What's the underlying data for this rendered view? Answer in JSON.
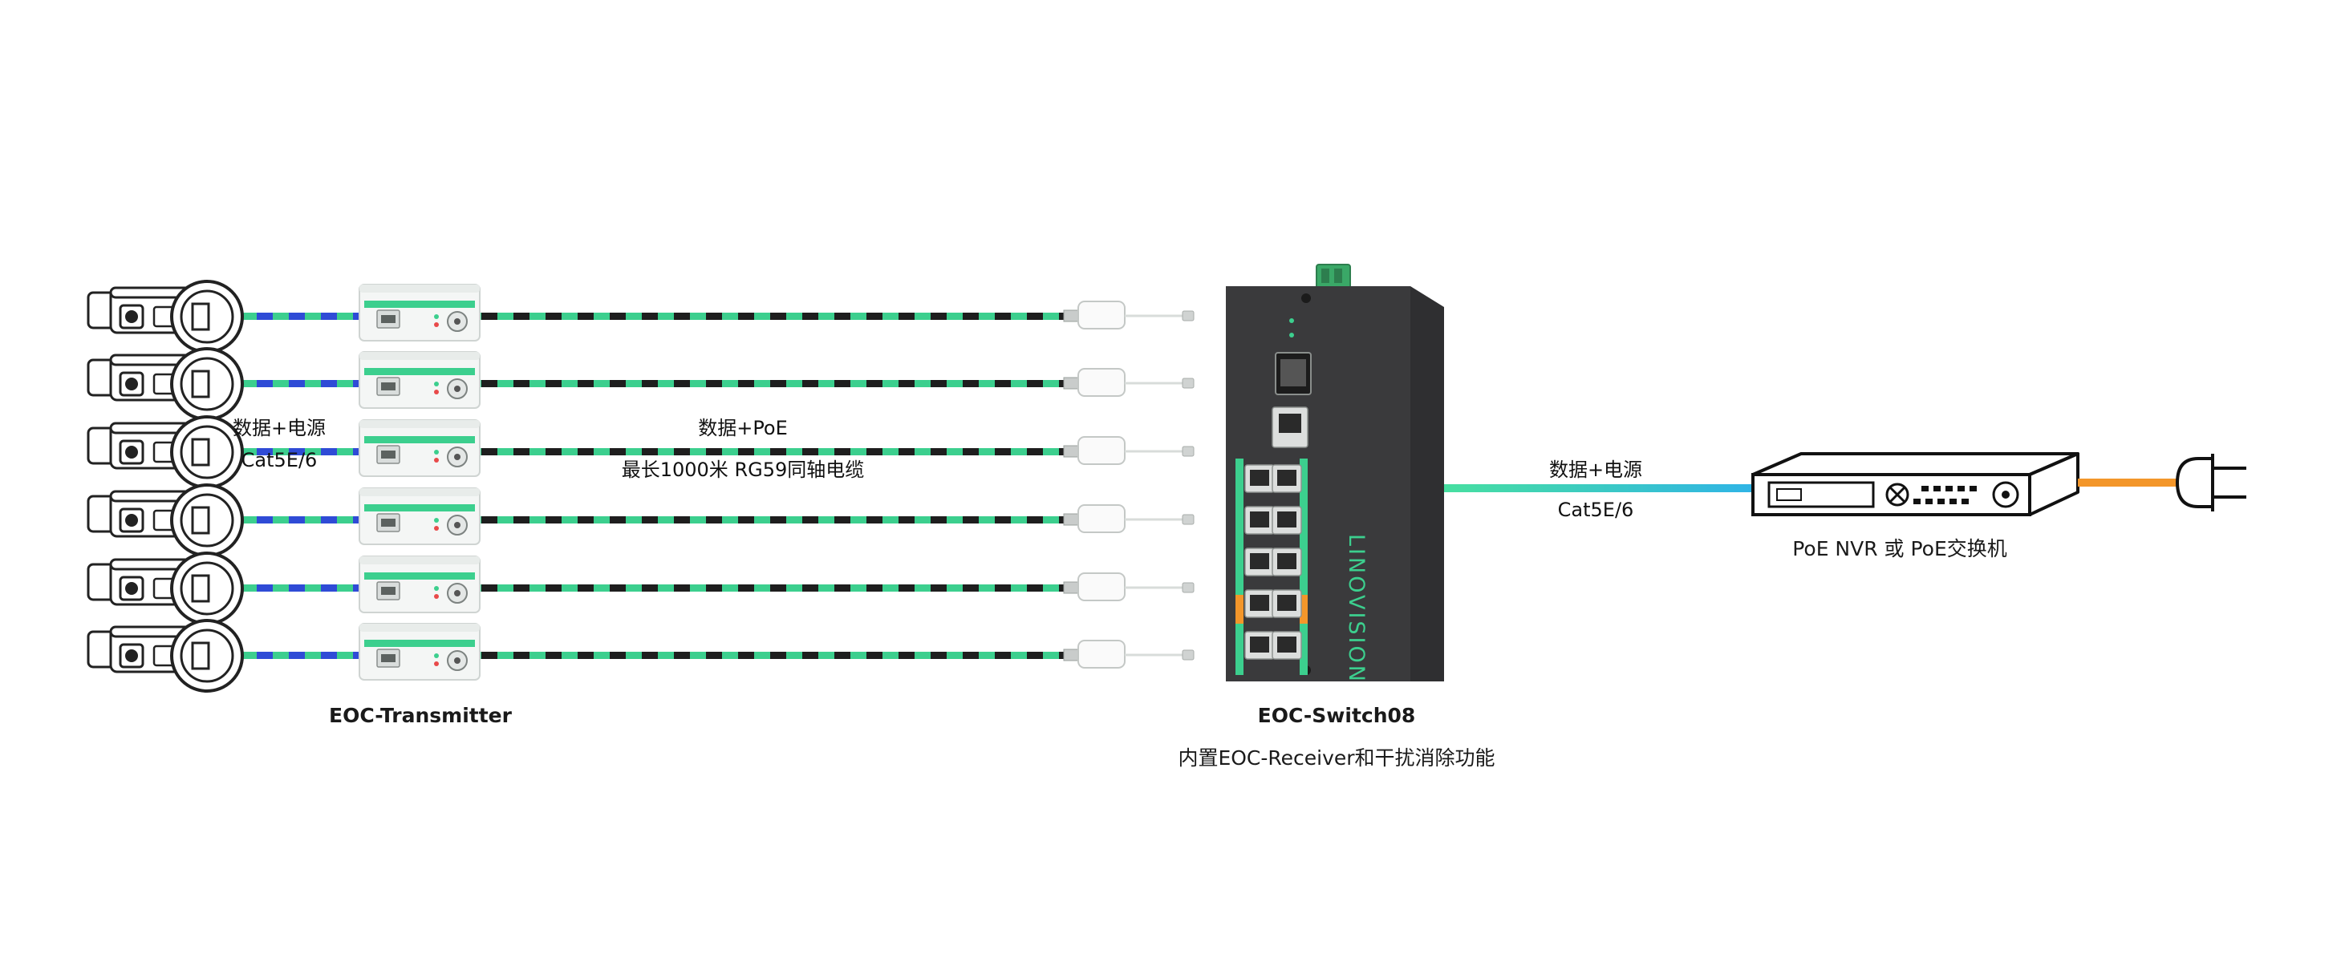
{
  "labels": {
    "camera_link_line1": "数据+电源",
    "camera_link_line2": "Cat5E/6",
    "coax_link_line1": "数据+PoE",
    "coax_link_line2": "最长1000米 RG59同轴电缆",
    "uplink_line1": "数据+电源",
    "uplink_line2": "Cat5E/6"
  },
  "devices": {
    "transmitter_name": "EOC-Transmitter",
    "switch_name": "EOC-Switch08",
    "switch_desc": "内置EOC-Receiver和干扰消除功能",
    "switch_brand": "LINOVISION",
    "nvr_name": "PoE NVR 或 PoE交换机"
  },
  "colors": {
    "cable_green": "#3ccf8e",
    "cable_blue": "#2f4bd6",
    "cable_black": "#1e1e1e",
    "uplink_blue": "#2fb4e6",
    "power_orange": "#f3962a",
    "switch_body": "#2f2f31"
  },
  "icons": {
    "camera": "bullet-camera-icon",
    "transmitter": "eoc-transmitter-icon",
    "bnc": "bnc-connector-icon",
    "switch": "eoc-switch-icon",
    "nvr": "nvr-icon",
    "plug": "power-plug-icon"
  }
}
